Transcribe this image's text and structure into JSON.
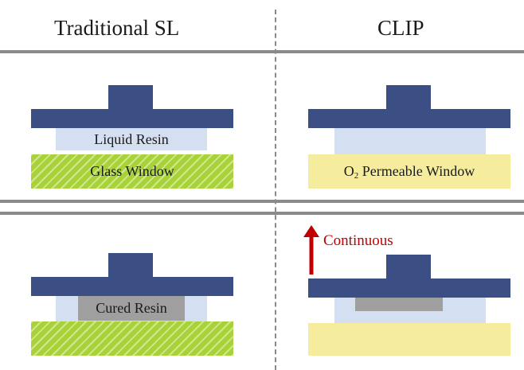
{
  "headers": {
    "left": "Traditional SL",
    "right": "CLIP"
  },
  "labels": {
    "liquid_resin": "Liquid Resin",
    "glass_window": "Glass Window",
    "o2_prefix": "O",
    "o2_sub": "2",
    "o2_suffix": " Permeable Window",
    "cured_resin": "Cured Resin",
    "continuous": "Continuous"
  },
  "colors": {
    "build_plate": "#3b4f85",
    "resin": "#d4dff1",
    "glass": "#a9d23a",
    "o2_window": "#f5ec9d",
    "cured": "#9f9f9f",
    "arrow": "#c00000",
    "divider": "#8a8a8a"
  }
}
